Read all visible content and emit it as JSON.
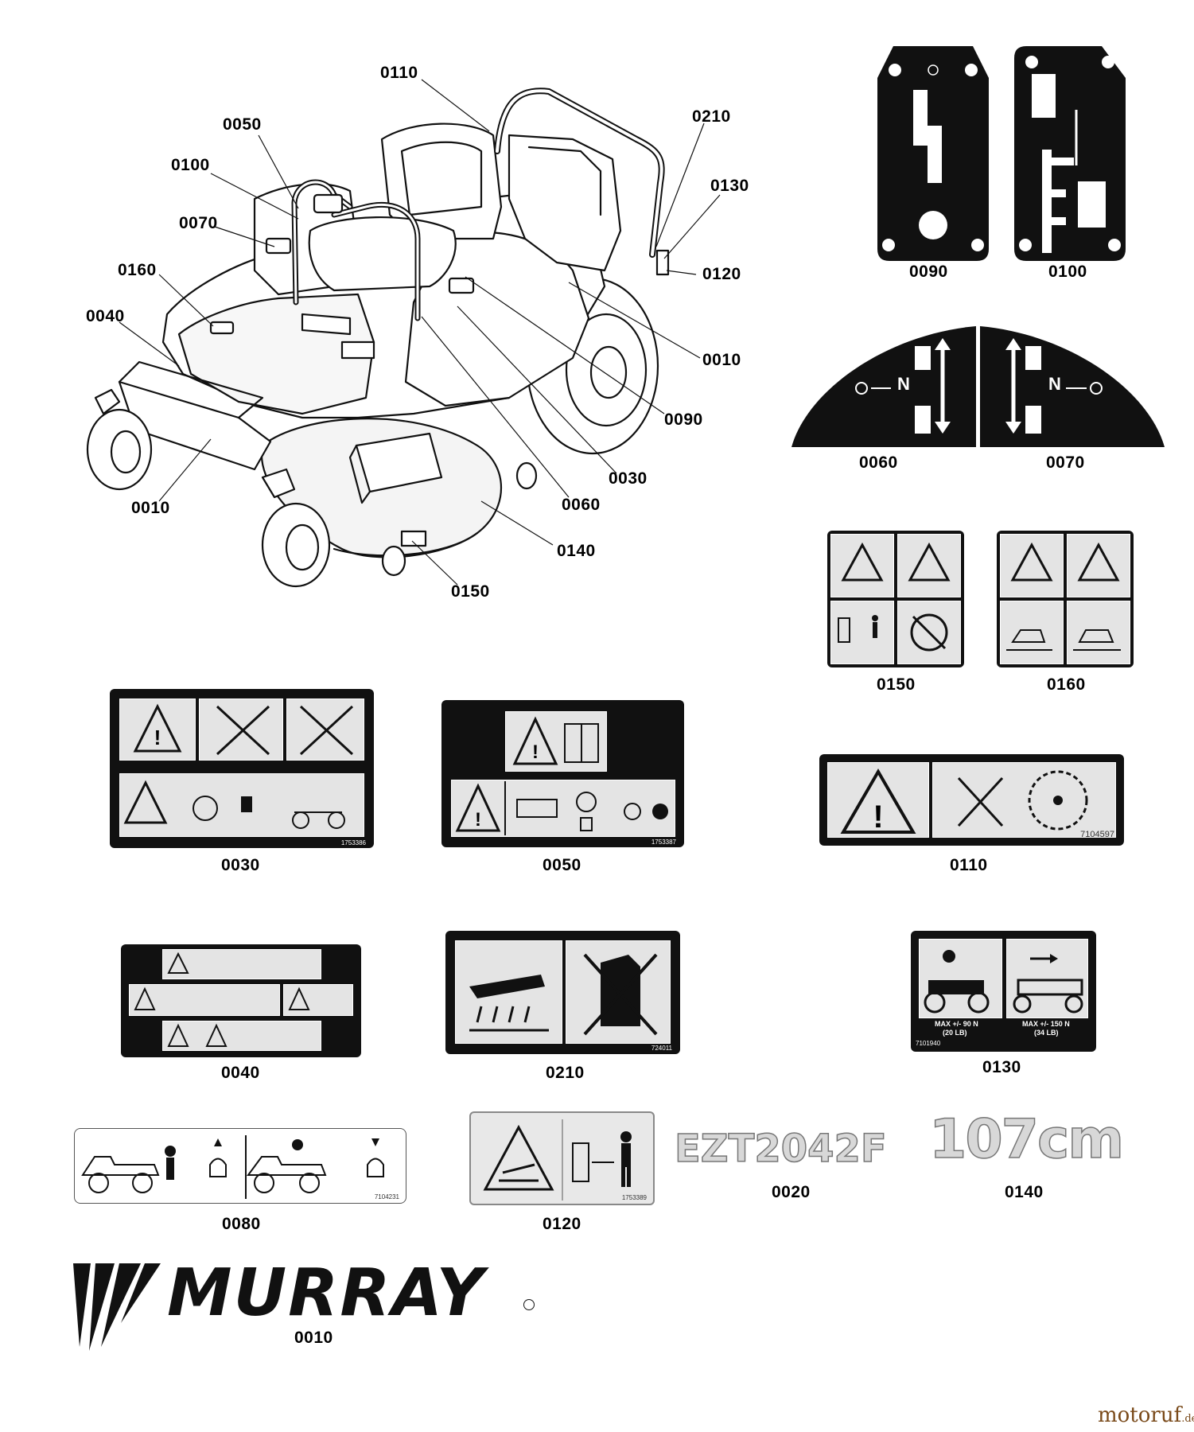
{
  "callouts": {
    "c0110": "0110",
    "c0050": "0050",
    "c0100": "0100",
    "c0070": "0070",
    "c0160": "0160",
    "c0040": "0040",
    "c0210": "0210",
    "c0130": "0130",
    "c0120": "0120",
    "c0010a": "0010",
    "c0090": "0090",
    "c0030": "0030",
    "c0060": "0060",
    "c0140": "0140",
    "c0150": "0150",
    "c0010b": "0010"
  },
  "decals": {
    "d0090": "0090",
    "d0100": "0100",
    "d0060": "0060",
    "d0070": "0070",
    "d0150": "0150",
    "d0160": "0160",
    "d0030": "0030",
    "d0050": "0050",
    "d0110": "0110",
    "d0040": "0040",
    "d0210": "0210",
    "d0130": "0130",
    "d0080": "0080",
    "d0120": "0120",
    "d0020": "0020",
    "d0140": "0140",
    "d0010": "0010"
  },
  "decal_text": {
    "part_0030": "1753386",
    "part_0050": "1753387",
    "part_0110": "7104597",
    "part_0210": "724011",
    "part_0130": "7101940",
    "part_0080": "7104231",
    "part_0120": "1753389",
    "force_left_1": "MAX +/- 90 N",
    "force_left_2": "(20 LB)",
    "force_right_1": "MAX +/- 150 N",
    "force_right_2": "(34 LB)",
    "model": "EZT2042F",
    "deck_size": "107cm",
    "brand": "MURRAY",
    "n_left": "N",
    "n_right": "N"
  },
  "watermark": {
    "main": "motoruf",
    "suffix": ".de"
  }
}
